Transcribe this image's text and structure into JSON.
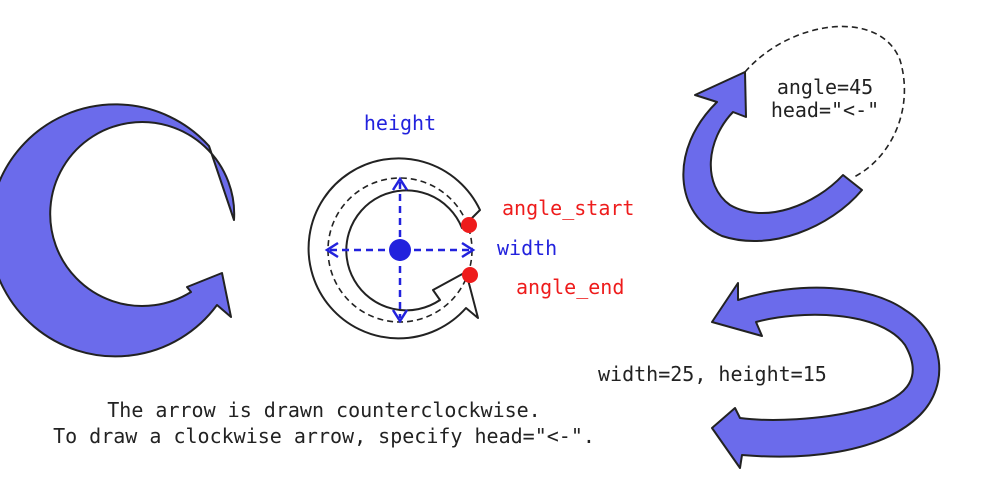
{
  "labels": {
    "height": "height",
    "width": "width",
    "angle_start": "angle_start",
    "angle_end": "angle_end",
    "angle_annotation": "angle=45",
    "head_annotation": "head=\"<-\"",
    "size_annotation": "width=25, height=15",
    "caption_line1": "The arrow is drawn counterclockwise.",
    "caption_line2": "To draw a clockwise arrow, specify head=\"<-\"."
  },
  "colors": {
    "arrow_fill": "#6b6beb",
    "outline": "#222222",
    "dimension": "#2222dd",
    "marker": "#ee1c1c"
  }
}
